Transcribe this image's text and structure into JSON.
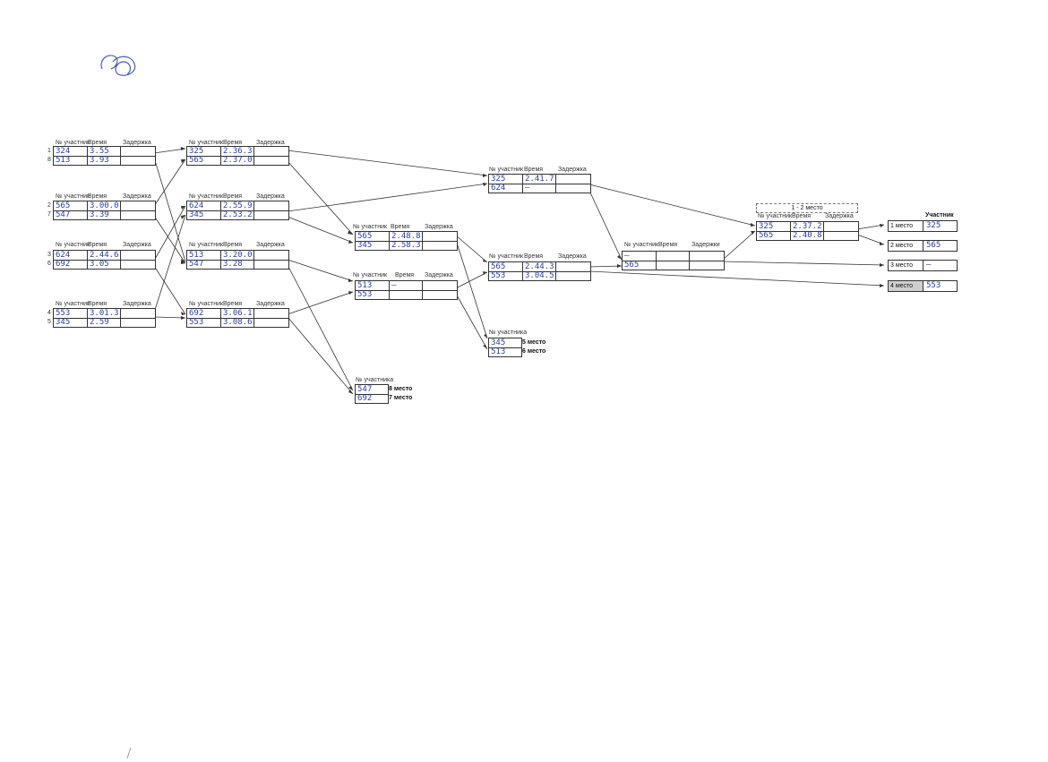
{
  "header": {
    "num": "№ участник",
    "time": "Время",
    "delay": "Задержка",
    "delay_alt": "Задержки"
  },
  "labels": {
    "participant_no": "№ участника",
    "title_1_2": "1 - 2 место",
    "participant": "Участник",
    "place5": "5 место",
    "place6": "6 место",
    "place7": "7 место",
    "place8": "8 место"
  },
  "round1": [
    {
      "n1": "1",
      "n2": "8",
      "a": "324",
      "at": "3.55",
      "b": "513",
      "bt": "3.93"
    },
    {
      "n1": "2",
      "n2": "7",
      "a": "565",
      "at": "3.00.0",
      "b": "547",
      "bt": "3.39"
    },
    {
      "n1": "3",
      "n2": "6",
      "a": "624",
      "at": "2.44.6",
      "b": "692",
      "bt": "3.05"
    },
    {
      "n1": "4",
      "n2": "5",
      "a": "553",
      "at": "3.01.3",
      "b": "345",
      "bt": "2.59"
    }
  ],
  "round2": [
    {
      "a": "325",
      "at": "2.36.3",
      "b": "565",
      "bt": "2.37.0"
    },
    {
      "a": "624",
      "at": "2.55.9",
      "b": "345",
      "bt": "2.53.2"
    },
    {
      "a": "513",
      "at": "3.20.0",
      "b": "547",
      "bt": "3.28"
    },
    {
      "a": "692",
      "at": "3.06.1",
      "b": "553",
      "bt": "3.08.6"
    }
  ],
  "round3": [
    {
      "a": "565",
      "at": "2.48.8",
      "b": "345",
      "bt": "2.58.3"
    },
    {
      "a": "513",
      "at": "—",
      "b": "553",
      "bt": ""
    }
  ],
  "semis": [
    {
      "a": "325",
      "at": "2.41.7",
      "b": "624",
      "bt": "—"
    },
    {
      "a": "565",
      "at": "2.44.3",
      "b": "553",
      "bt": "3.04.5"
    }
  ],
  "third": {
    "a": "—",
    "b": "565"
  },
  "final_match": {
    "a": "325",
    "at": "2.37.2",
    "b": "565",
    "bt": "2.40.8"
  },
  "places56": {
    "a": "345",
    "b": "513"
  },
  "places78": {
    "a": "547",
    "b": "692"
  },
  "results": [
    {
      "label": "1 место",
      "value": "325"
    },
    {
      "label": "2 место",
      "value": "565"
    },
    {
      "label": "3 место",
      "value": "—"
    },
    {
      "label": "4 место",
      "value": "553"
    }
  ]
}
